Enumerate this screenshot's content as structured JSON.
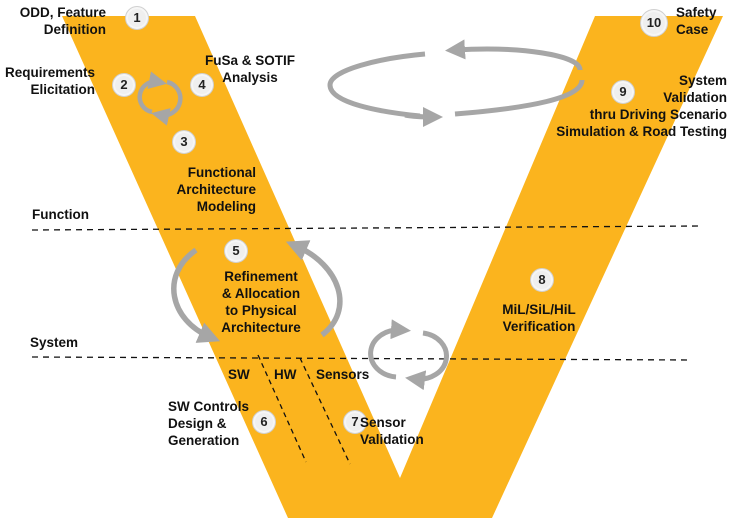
{
  "colors": {
    "v_fill": "#FBB41E",
    "arrow": "#A6A6A6",
    "dash": "#111111"
  },
  "levels": {
    "function": "Function",
    "system": "System"
  },
  "subdivisions": {
    "sw": "SW",
    "hw": "HW",
    "sensors": "Sensors"
  },
  "steps": [
    {
      "num": "1",
      "label": "ODD, Feature\nDefinition"
    },
    {
      "num": "2",
      "label": "Requirements\nElicitation"
    },
    {
      "num": "4",
      "label": "FuSa & SOTIF\nAnalysis"
    },
    {
      "num": "3",
      "label": "Functional\nArchitecture\nModeling"
    },
    {
      "num": "5",
      "label": "Refinement\n& Allocation\nto Physical\nArchitecture"
    },
    {
      "num": "6",
      "label": "SW Controls\nDesign &\nGeneration"
    },
    {
      "num": "7",
      "label": "Sensor\nValidation"
    },
    {
      "num": "8",
      "label": "MiL/SiL/HiL\nVerification"
    },
    {
      "num": "9",
      "label": "System\nValidation\nthru Driving Scenario\nSimulation & Road Testing"
    },
    {
      "num": "10",
      "label": "Safety\nCase"
    }
  ]
}
